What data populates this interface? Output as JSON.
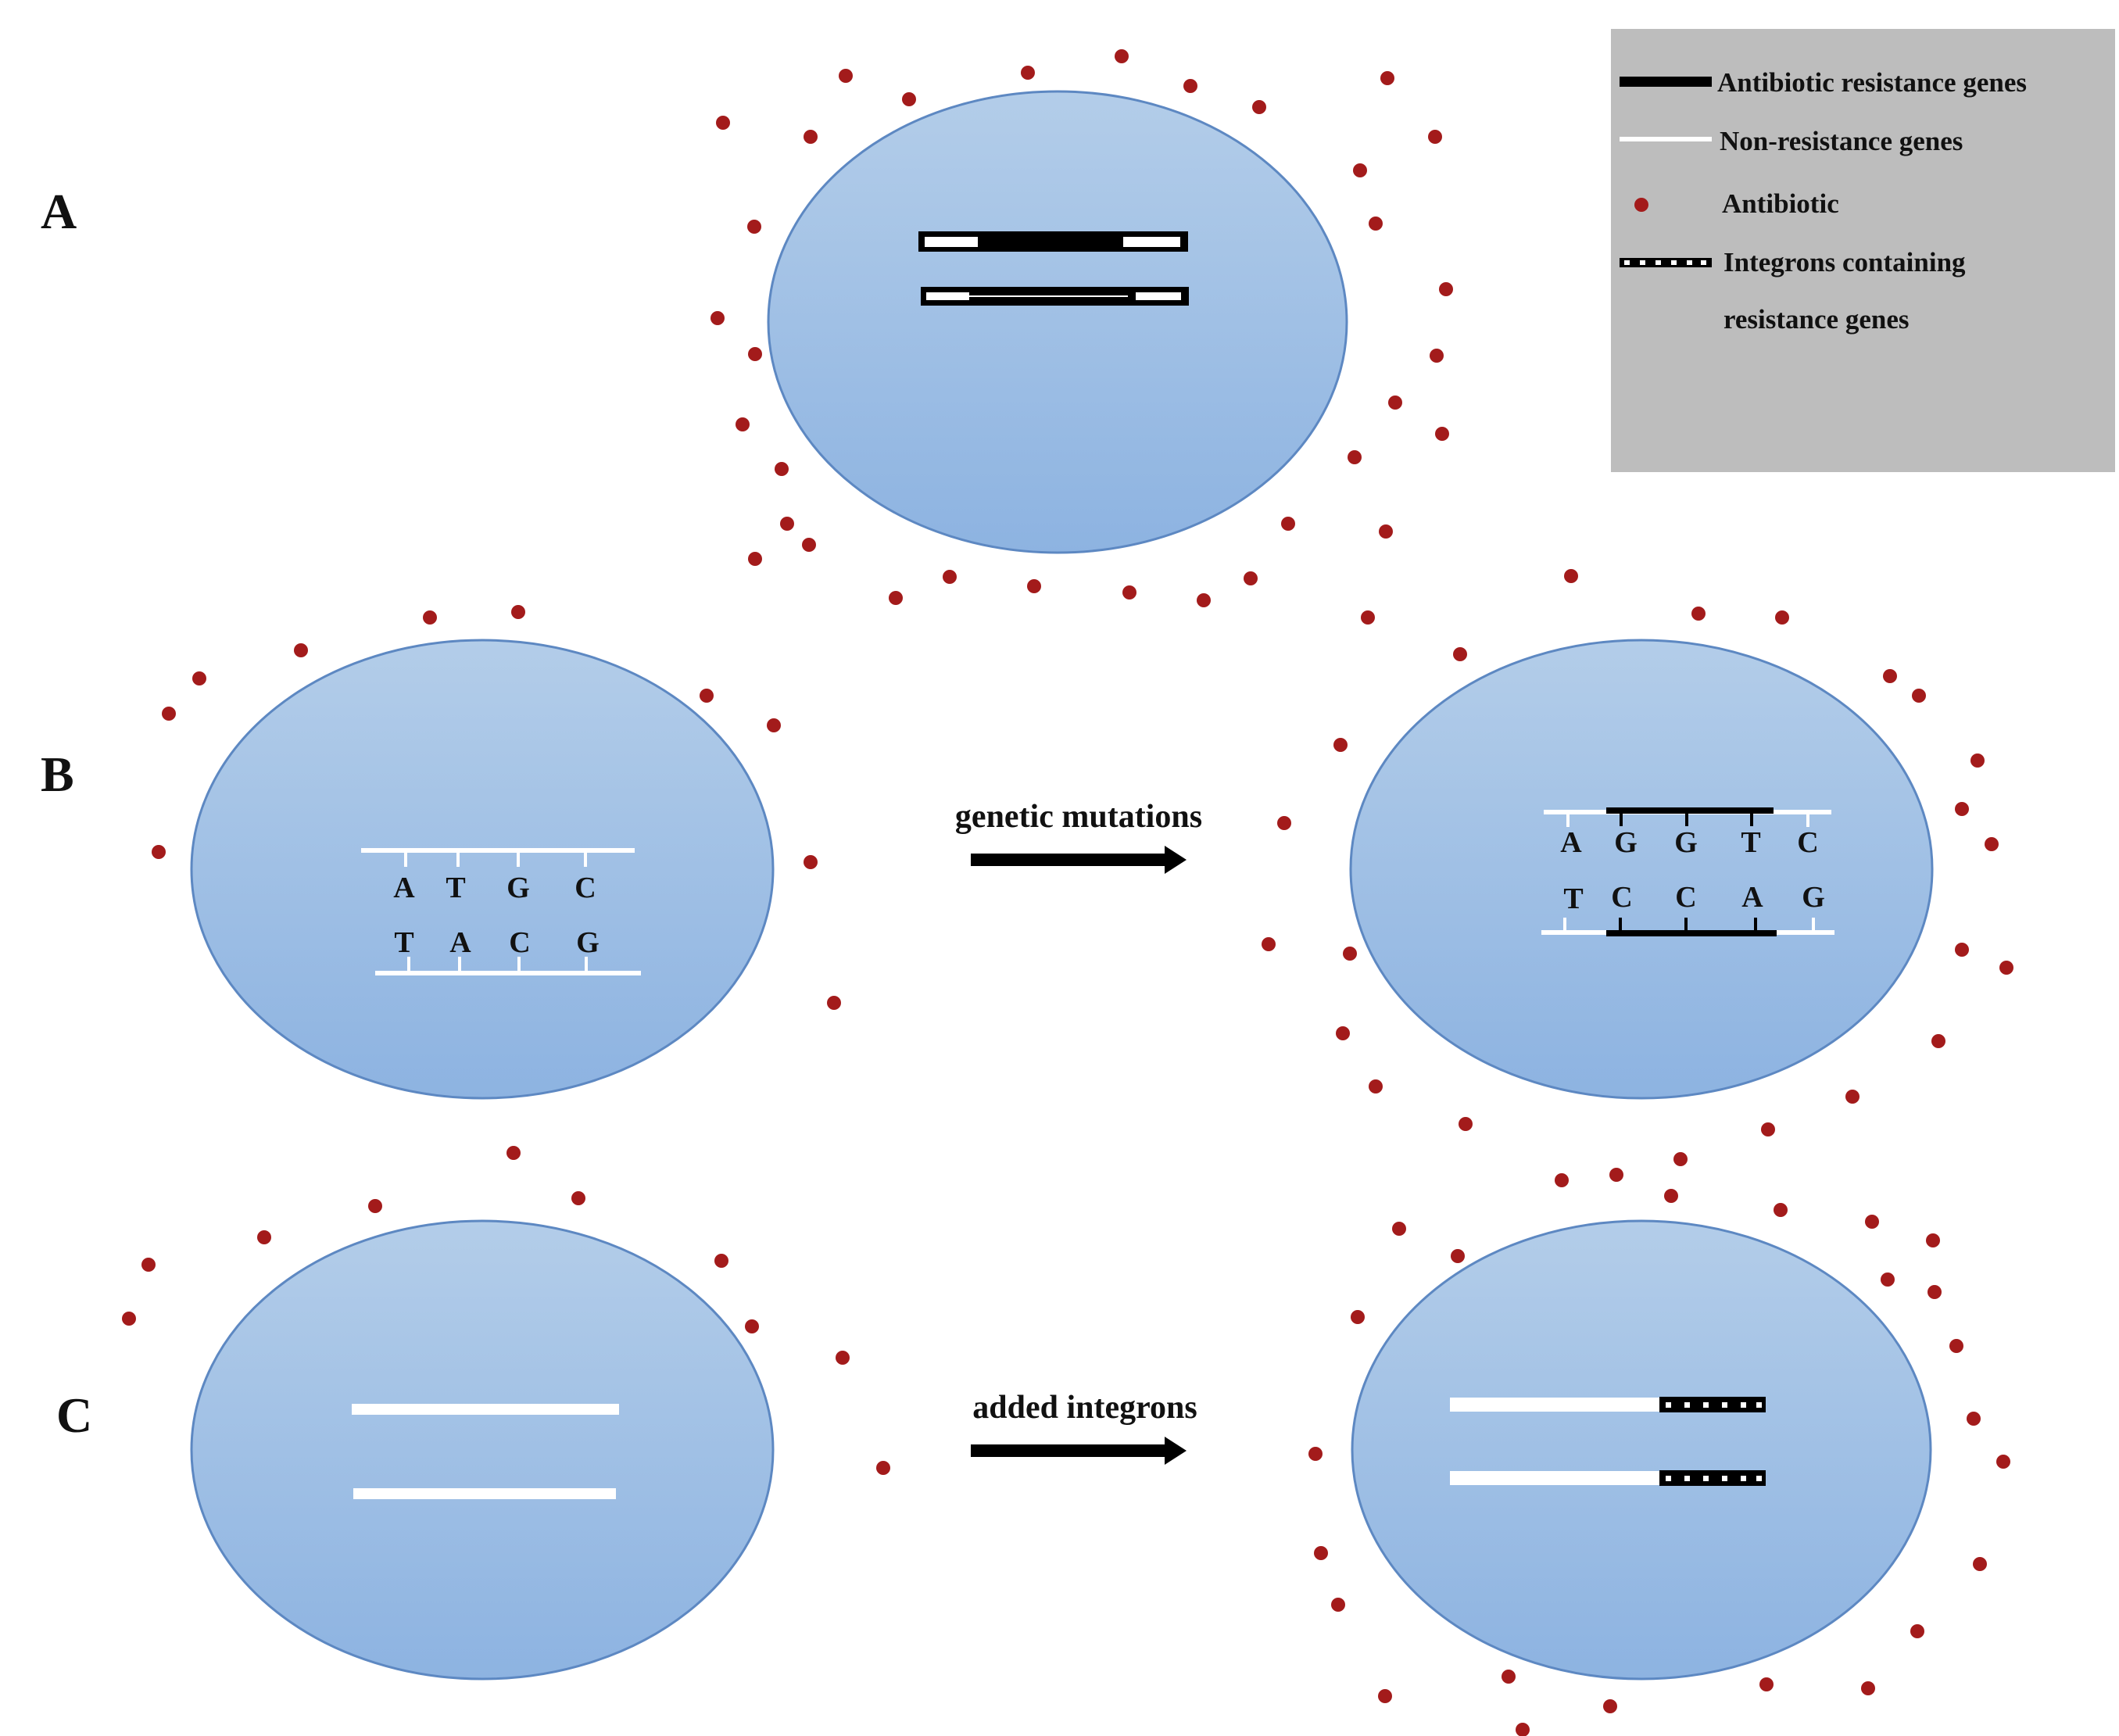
{
  "rows": {
    "a": "A",
    "b": "B",
    "c": "C"
  },
  "arrows": {
    "mutations": "genetic mutations",
    "integrons": "added integrons"
  },
  "dna_before": {
    "top": [
      "A",
      "T",
      "G",
      "C"
    ],
    "bottom": [
      "T",
      "A",
      "C",
      "G"
    ]
  },
  "dna_after": {
    "top": [
      "A",
      "G",
      "G",
      "T",
      "C"
    ],
    "bottom": [
      "T",
      "C",
      "C",
      "A",
      "G"
    ]
  },
  "legend": {
    "resistance": "Antibiotic resistance genes",
    "non_resistance": "Non-resistance genes",
    "antibiotic": "Antibiotic",
    "integrons_line1": "Integrons containing",
    "integrons_line2": "resistance genes"
  },
  "colors": {
    "cell_top": "#b3cde9",
    "cell_bottom": "#8db3e1",
    "cell_stroke": "#5d88c2",
    "antibiotic": "#a31b1b",
    "legend_bg": "#bdbdbd",
    "resistance_gene": "#000000",
    "non_resistance_gene": "#ffffff"
  }
}
